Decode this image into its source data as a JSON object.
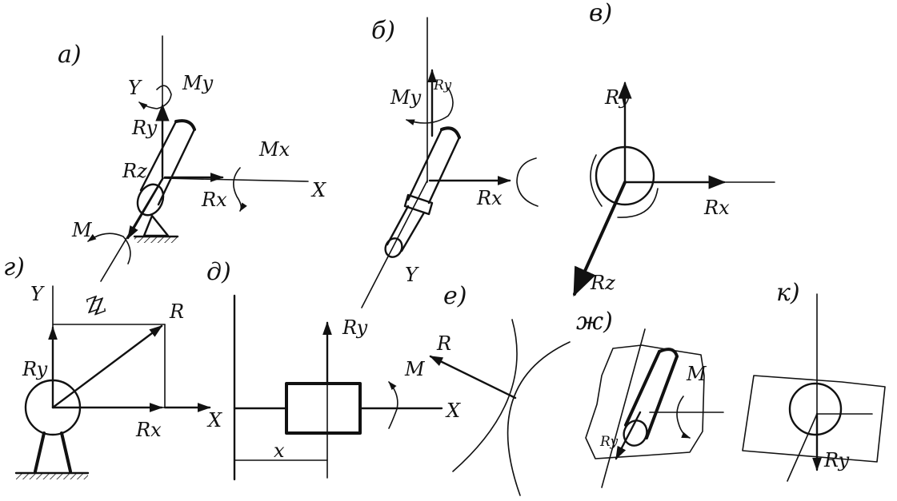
{
  "panels": {
    "a": "а)",
    "b": "б)",
    "v": "в)",
    "g": "г)",
    "d": "д)",
    "e": "е)",
    "zh": "ж)",
    "k": "к)"
  },
  "labels": {
    "Y": "Y",
    "X": "X",
    "Z": "Z",
    "Ry": "Ry",
    "Rx": "Rx",
    "Rz": "Rz",
    "My": "My",
    "Mx": "Mx",
    "M": "M",
    "R": "R",
    "x": "x"
  }
}
